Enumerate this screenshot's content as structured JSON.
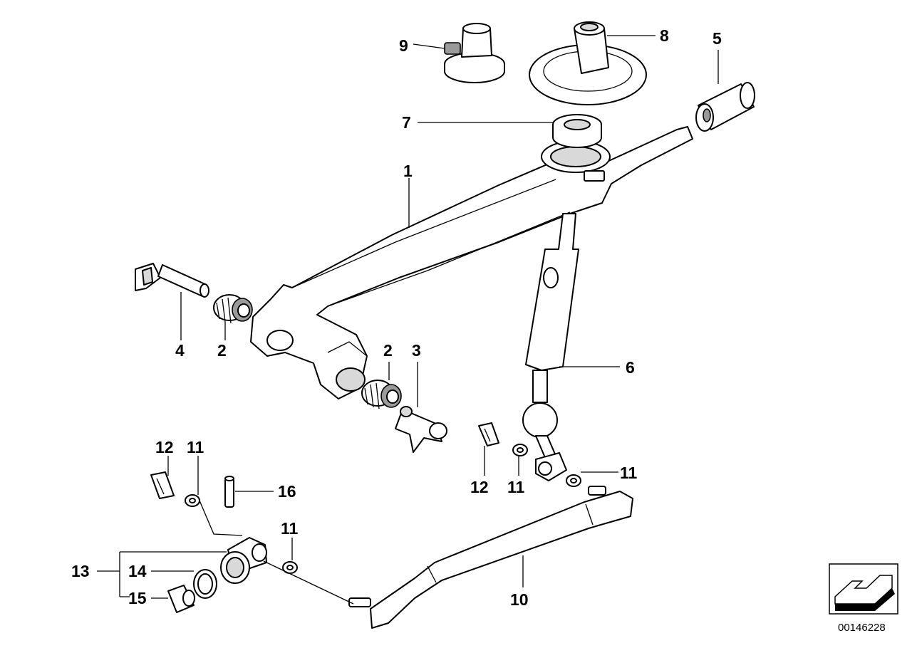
{
  "callouts": {
    "c1": "1",
    "c2a": "2",
    "c2b": "2",
    "c3": "3",
    "c4": "4",
    "c5": "5",
    "c6": "6",
    "c7": "7",
    "c8": "8",
    "c9": "9",
    "c10": "10",
    "c11a": "11",
    "c11b": "11",
    "c11c": "11",
    "c11d": "11",
    "c12a": "12",
    "c12b": "12",
    "c13": "13",
    "c14": "14",
    "c15": "15",
    "c16": "16"
  },
  "diagram_code": "00146228",
  "icons": {
    "corner_arrow": "corner-direction-arrow-icon"
  },
  "colors": {
    "line": "#000000",
    "background": "#ffffff",
    "shade": "#d9d9d9"
  }
}
